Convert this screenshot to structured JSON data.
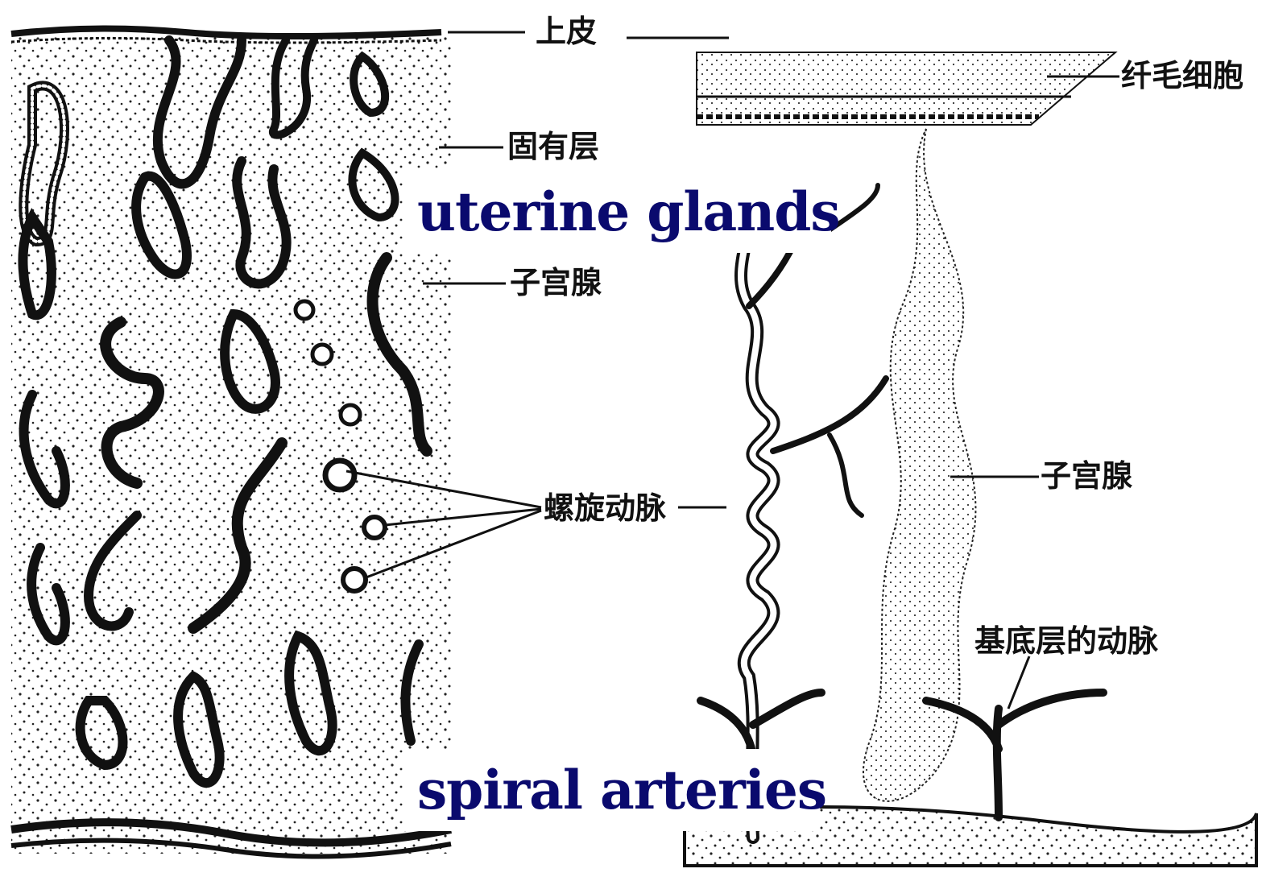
{
  "labels": {
    "epithelium": "上皮",
    "ciliated_cells": "纤毛细胞",
    "lamina_propria": "固有层",
    "uterine_gland_left": "子宫腺",
    "spiral_artery": "螺旋动脉",
    "uterine_gland_right": "子宫腺",
    "basal_artery": "基底层的动脉"
  },
  "overlays": {
    "top": "uterine glands",
    "bottom": "spiral arteries"
  },
  "colors": {
    "ink": "#111111",
    "overlay_text": "#0a0a6e",
    "background": "#ffffff"
  }
}
